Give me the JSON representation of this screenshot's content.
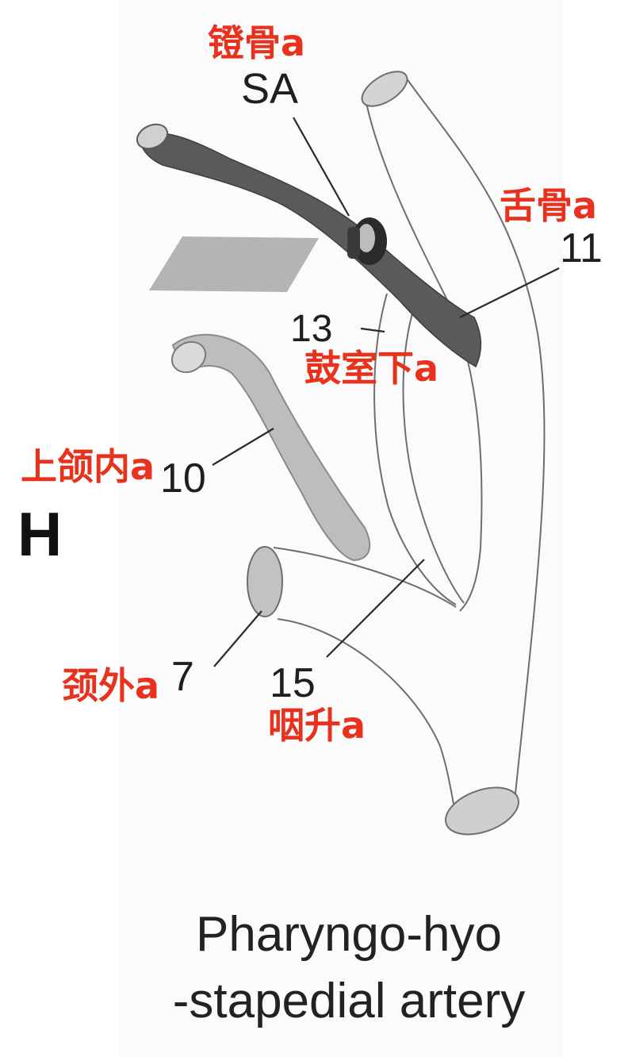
{
  "panel_label": "H",
  "labels": {
    "sa": "SA",
    "n11": "11",
    "n13": "13",
    "n10": "10",
    "n7": "7",
    "n15": "15"
  },
  "cn_labels": {
    "stapedial": "镫骨a",
    "hyoid": "舌骨a",
    "inferior_tympanic": "鼓室下a",
    "internal_maxillary": "上颌内a",
    "external_carotid": "颈外a",
    "ascending_pharyngeal": "咽升a"
  },
  "caption": {
    "line1": "Pharyngo-hyo",
    "line2": "-stapedial artery"
  },
  "colors": {
    "annotation_red": "#e8321e",
    "dark_vessel": "#5a5a5a",
    "medium_vessel": "#bdbdbd",
    "outline": "#6e6e6e"
  }
}
